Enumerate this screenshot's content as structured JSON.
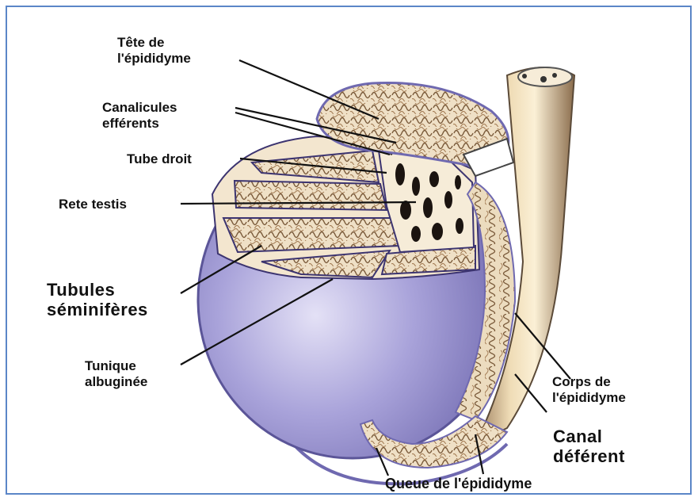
{
  "labels": {
    "tete": "Tête de\nl'épididyme",
    "canalicules": "Canalicules\nefférents",
    "tube_droit": "Tube droit",
    "rete": "Rete testis",
    "tubules": "Tubules\nséminifères",
    "tunique": "Tunique\nalbuginée",
    "corps": "Corps de\nl'épididyme",
    "canal": "Canal\ndéférent",
    "queue": "Queue de l'épididyme"
  },
  "colors": {
    "frame": "#5b86c7",
    "testis_purple": "#8d86c8",
    "testis_light": "#d9d6f0",
    "tubule_fill": "#efe0c6",
    "tubule_line": "#7a5a3a",
    "rete_dark": "#1b1410",
    "duct_cream": "#f2e2bf",
    "duct_brown": "#8a6c4c"
  }
}
